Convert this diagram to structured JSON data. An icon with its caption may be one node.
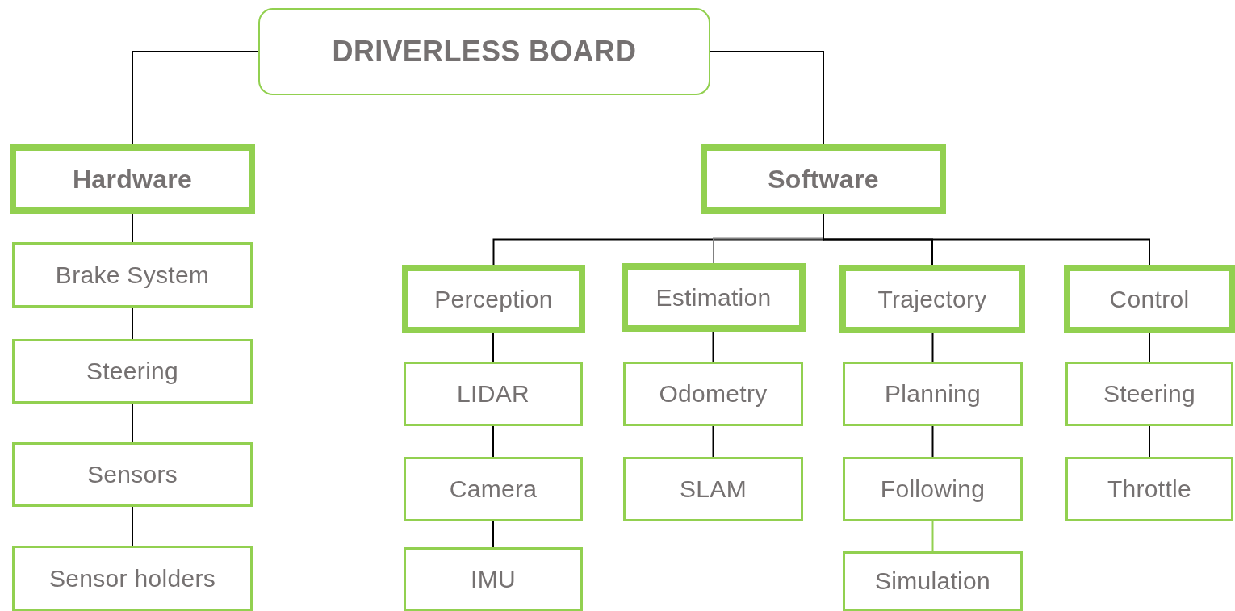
{
  "diagram": {
    "nodes": [
      {
        "text": [
          "DRIVERLESS BOARD"
        ]
      },
      {
        "text": [
          "Hardware"
        ]
      },
      {
        "text": [
          "Software"
        ]
      },
      {
        "text": [
          "Brake System"
        ]
      },
      {
        "text": [
          "Steering"
        ]
      },
      {
        "text": [
          "Sensors"
        ]
      },
      {
        "text": [
          "Sensor holders"
        ]
      },
      {
        "text": [
          "Perception"
        ]
      },
      {
        "text": [
          "Estimation"
        ]
      },
      {
        "text": [
          "Trajectory"
        ]
      },
      {
        "text": [
          "Control"
        ]
      },
      {
        "text": [
          "LIDAR"
        ]
      },
      {
        "text": [
          "Camera"
        ]
      },
      {
        "text": [
          "IMU"
        ]
      },
      {
        "text": [
          "Odometry"
        ]
      },
      {
        "text": [
          "SLAM"
        ]
      },
      {
        "text": [
          "Planning"
        ]
      },
      {
        "text": [
          "Following"
        ]
      },
      {
        "text": [
          "Simulation"
        ]
      },
      {
        "text": [
          "Steering"
        ]
      },
      {
        "text": [
          "Throttle"
        ]
      }
    ],
    "edges": [
      {
        "from": 0,
        "to": 1,
        "arrow": "none"
      },
      {
        "from": 0,
        "to": 2,
        "arrow": "none"
      },
      {
        "from": 1,
        "to": 3,
        "arrow": "none"
      },
      {
        "from": 3,
        "to": 4,
        "arrow": "none"
      },
      {
        "from": 4,
        "to": 5,
        "arrow": "none"
      },
      {
        "from": 5,
        "to": 6,
        "arrow": "none"
      },
      {
        "from": 2,
        "to": 7,
        "arrow": "none"
      },
      {
        "from": 2,
        "to": 8,
        "arrow": "none",
        "color": "#808080"
      },
      {
        "from": 2,
        "to": 9,
        "arrow": "none"
      },
      {
        "from": 2,
        "to": 10,
        "arrow": "none"
      },
      {
        "from": 7,
        "to": 11,
        "arrow": "none"
      },
      {
        "from": 11,
        "to": 12,
        "arrow": "none"
      },
      {
        "from": 12,
        "to": 13,
        "arrow": "none"
      },
      {
        "from": 8,
        "to": 14,
        "arrow": "none"
      },
      {
        "from": 14,
        "to": 15,
        "arrow": "none"
      },
      {
        "from": 9,
        "to": 16,
        "arrow": "none"
      },
      {
        "from": 16,
        "to": 17,
        "arrow": "none"
      },
      {
        "from": 17,
        "to": 18,
        "arrow": "none",
        "color": "#92d050"
      },
      {
        "from": 10,
        "to": 19,
        "arrow": "none"
      },
      {
        "from": 19,
        "to": 20,
        "arrow": "none"
      }
    ]
  }
}
